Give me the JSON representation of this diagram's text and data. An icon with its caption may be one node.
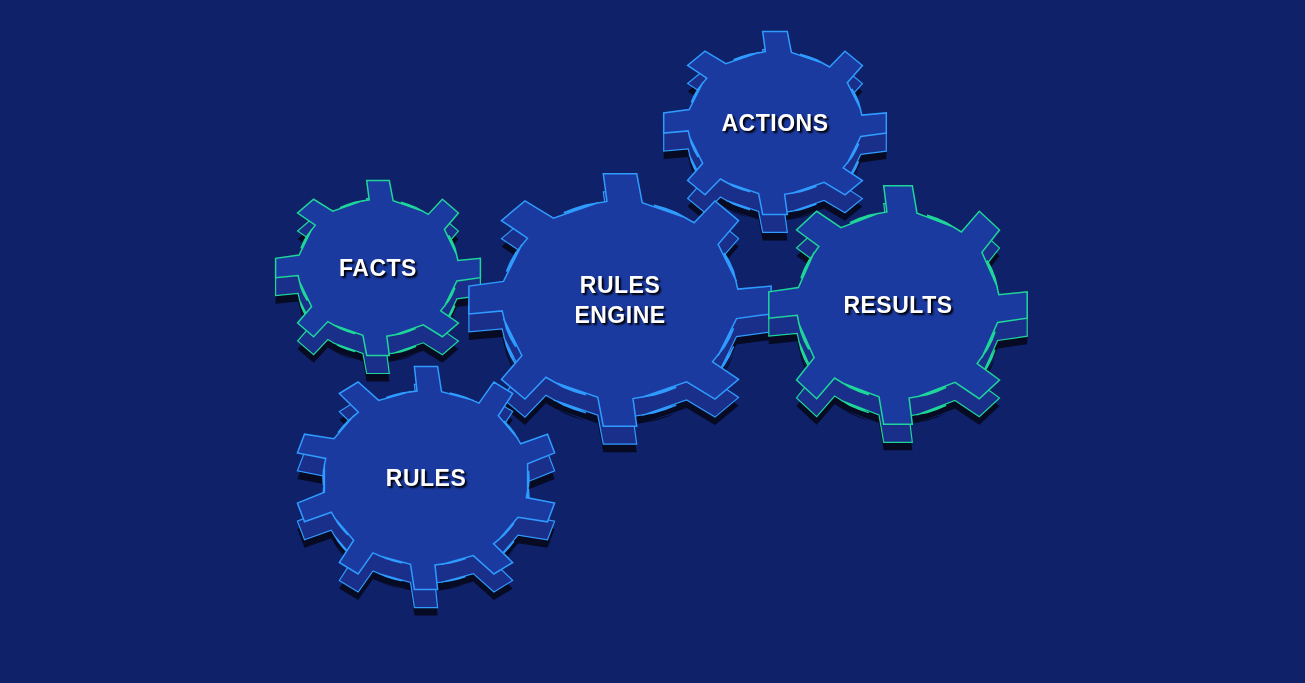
{
  "diagram": {
    "nodes": [
      {
        "text": [
          "ACTIONS"
        ]
      },
      {
        "text": [
          "FACTS"
        ]
      },
      {
        "text": [
          "RULES ENGINE"
        ]
      },
      {
        "text": [
          "RESULTS"
        ]
      },
      {
        "text": [
          "RULES"
        ]
      }
    ],
    "edges": []
  }
}
